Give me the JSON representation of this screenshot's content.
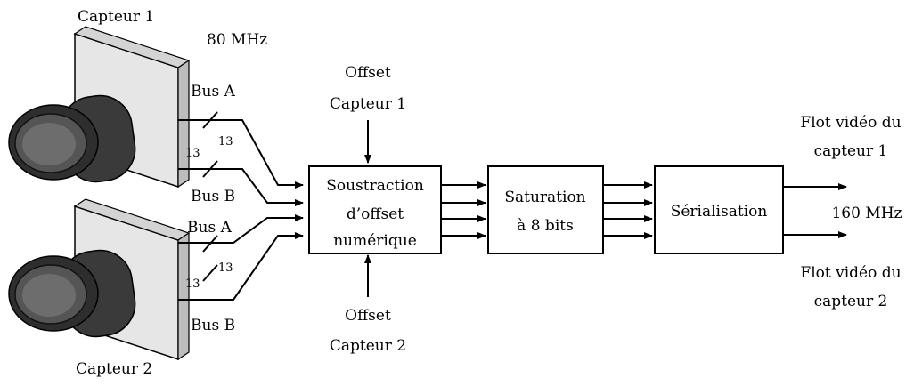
{
  "sensors": [
    {
      "label": "Capteur 1",
      "bus_a": "Bus A",
      "bus_b": "Bus B",
      "width_a": "13",
      "width_b": "13"
    },
    {
      "label": "Capteur 2",
      "bus_a": "Bus A",
      "bus_b": "Bus B",
      "width_a": "13",
      "width_b": "13"
    }
  ],
  "input_clock": "80 MHz",
  "offset_inputs": [
    {
      "line1": "Offset",
      "line2": "Capteur 1"
    },
    {
      "line1": "Offset",
      "line2": "Capteur 2"
    }
  ],
  "blocks": [
    {
      "lines": [
        "Soustraction",
        "d’offset",
        "numérique"
      ]
    },
    {
      "lines": [
        "Saturation",
        "à 8 bits"
      ]
    },
    {
      "lines": [
        "Sérialisation"
      ]
    }
  ],
  "output_clock": "160 MHz",
  "outputs": [
    {
      "line1": "Flot vidéo du",
      "line2": "capteur 1"
    },
    {
      "line1": "Flot vidéo du",
      "line2": "capteur 2"
    }
  ],
  "colors": {
    "line": "#000000",
    "panel": "#ececec",
    "lens_dark": "#2b2b2b",
    "lens_mid": "#4a4a4a",
    "lens_face": "#6a6a6a"
  }
}
